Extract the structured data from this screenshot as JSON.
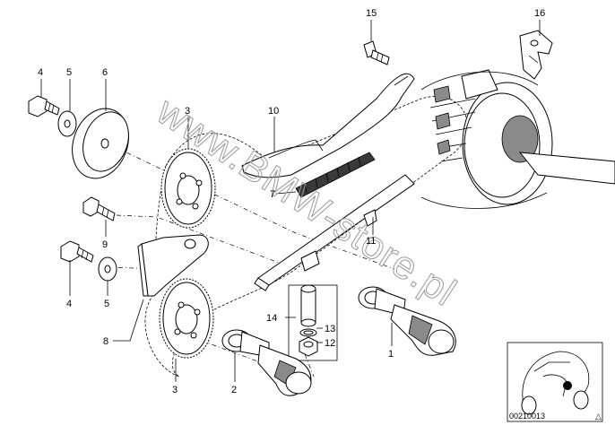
{
  "diagram": {
    "watermark": "www.BMW-store.pl",
    "image_code": "00210013",
    "corner_mark": "△",
    "callouts": [
      {
        "id": "c4a",
        "text": "4"
      },
      {
        "id": "c5a",
        "text": "5"
      },
      {
        "id": "c6",
        "text": "6"
      },
      {
        "id": "c3a",
        "text": "3"
      },
      {
        "id": "c10",
        "text": "10"
      },
      {
        "id": "c15",
        "text": "15"
      },
      {
        "id": "c16",
        "text": "16"
      },
      {
        "id": "c7",
        "text": "7"
      },
      {
        "id": "c9",
        "text": "9"
      },
      {
        "id": "c11",
        "text": "11"
      },
      {
        "id": "c4b",
        "text": "4"
      },
      {
        "id": "c5b",
        "text": "5"
      },
      {
        "id": "c8",
        "text": "8"
      },
      {
        "id": "c14",
        "text": "14"
      },
      {
        "id": "c13",
        "text": "13"
      },
      {
        "id": "c12",
        "text": "12"
      },
      {
        "id": "c3b",
        "text": "3"
      },
      {
        "id": "c2",
        "text": "2"
      },
      {
        "id": "c1",
        "text": "1"
      }
    ]
  }
}
